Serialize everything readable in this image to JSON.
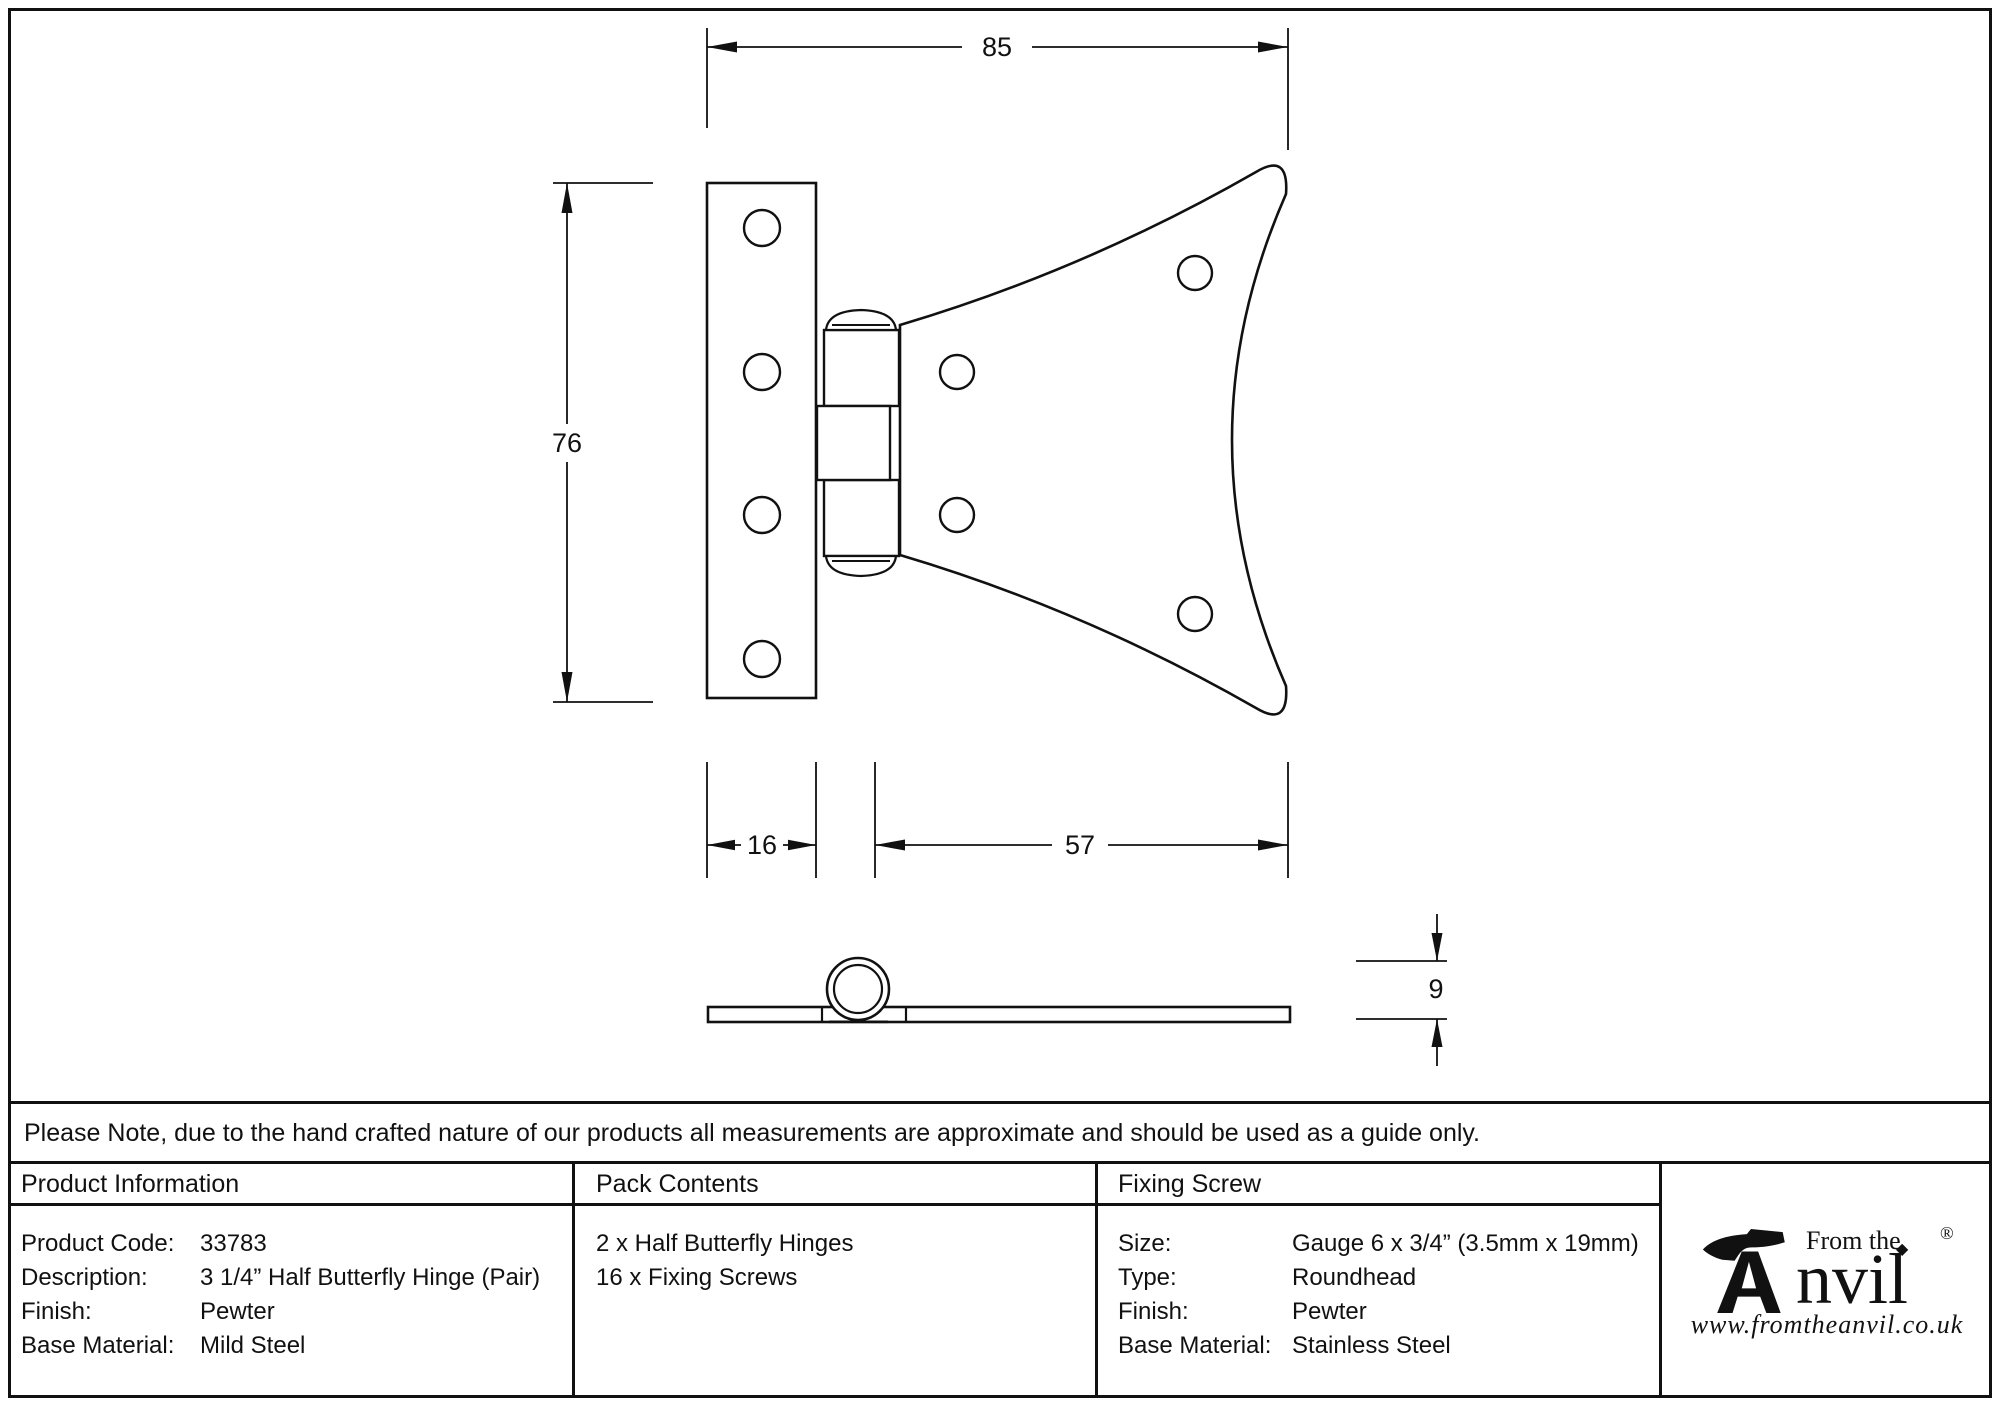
{
  "note": "Please Note, due to the hand crafted nature of our products all measurements are approximate and should be used as a guide only.",
  "drawing": {
    "dim_total_width": "85",
    "dim_height": "76",
    "dim_leaf_width": "16",
    "dim_wing_width": "57",
    "dim_thickness": "9"
  },
  "table": {
    "product_information": {
      "header": "Product Information",
      "rows": [
        {
          "label": "Product Code:",
          "value": "33783"
        },
        {
          "label": "Description:",
          "value": "3 1/4” Half Butterfly Hinge (Pair)"
        },
        {
          "label": "Finish:",
          "value": "Pewter"
        },
        {
          "label": "Base Material:",
          "value": "Mild Steel"
        }
      ]
    },
    "pack_contents": {
      "header": "Pack Contents",
      "items": [
        "2 x Half Butterfly Hinges",
        "16 x Fixing Screws"
      ]
    },
    "fixing_screw": {
      "header": "Fixing Screw",
      "rows": [
        {
          "label": "Size:",
          "value": "Gauge 6 x 3/4” (3.5mm x 19mm)"
        },
        {
          "label": "Type:",
          "value": "Roundhead"
        },
        {
          "label": "Finish:",
          "value": "Pewter"
        },
        {
          "label": "Base Material:",
          "value": "Stainless Steel"
        }
      ]
    }
  },
  "logo": {
    "from_the": "From the",
    "anvil_rest": "nvil",
    "diamond": "◆",
    "registered": "®",
    "url": "www.fromtheanvil.co.uk"
  },
  "colors": {
    "ink": "#111111",
    "paper": "#ffffff"
  }
}
